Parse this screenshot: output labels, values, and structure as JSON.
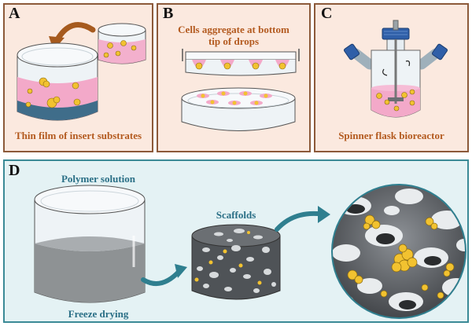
{
  "panels": {
    "a": {
      "letter": "A",
      "caption": "Thin film of insert substrates"
    },
    "b": {
      "letter": "B",
      "caption_line1": "Cells aggregate at bottom",
      "caption_line2": "tip of drops"
    },
    "c": {
      "letter": "C",
      "caption": "Spinner flask bioreactor"
    },
    "d": {
      "letter": "D",
      "polymer_label": "Polymer solution",
      "freeze_label": "Freeze drying",
      "scaffolds_label": "Scaffolds"
    }
  },
  "colors": {
    "panel_top_bg": "#fbe9df",
    "panel_top_border": "#8c5a3a",
    "panel_d_bg": "#e4f2f4",
    "panel_d_border": "#3b8a96",
    "caption_orange": "#b35a1f",
    "caption_teal": "#2a6f86",
    "medium_pink": "#f3a9c9",
    "cell_yellow": "#f2c230",
    "arrow_orange": "#a65a1e",
    "arrow_teal": "#2f7f8f",
    "scaffold_gray": "#5d6063"
  }
}
